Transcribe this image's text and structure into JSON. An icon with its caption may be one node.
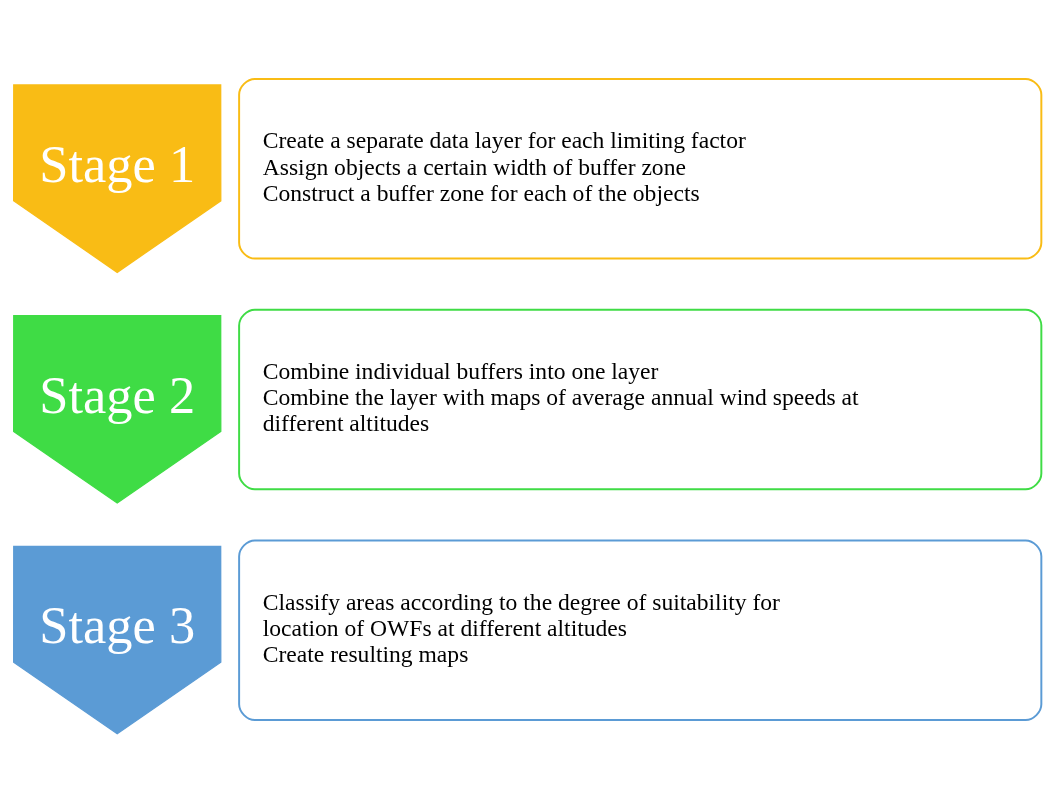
{
  "diagram": {
    "nodes": [
      {
        "text": [
          "Stage 1"
        ]
      },
      {
        "text": [
          "Create a separate data layer for each limiting factor",
          "Assign objects a certain width of buffer zone",
          "Construct a buffer zone for each of the objects"
        ]
      },
      {
        "text": [
          "Stage 2"
        ]
      },
      {
        "text": [
          "Combine individual buffers into one layer",
          "Combine the layer with maps of average annual wind speeds at different altitudes"
        ]
      },
      {
        "text": [
          "Stage 3"
        ]
      },
      {
        "text": [
          "Classify areas according to the degree of suitability for location of OWFs at different altitudes",
          "Create resulting maps"
        ]
      }
    ]
  }
}
